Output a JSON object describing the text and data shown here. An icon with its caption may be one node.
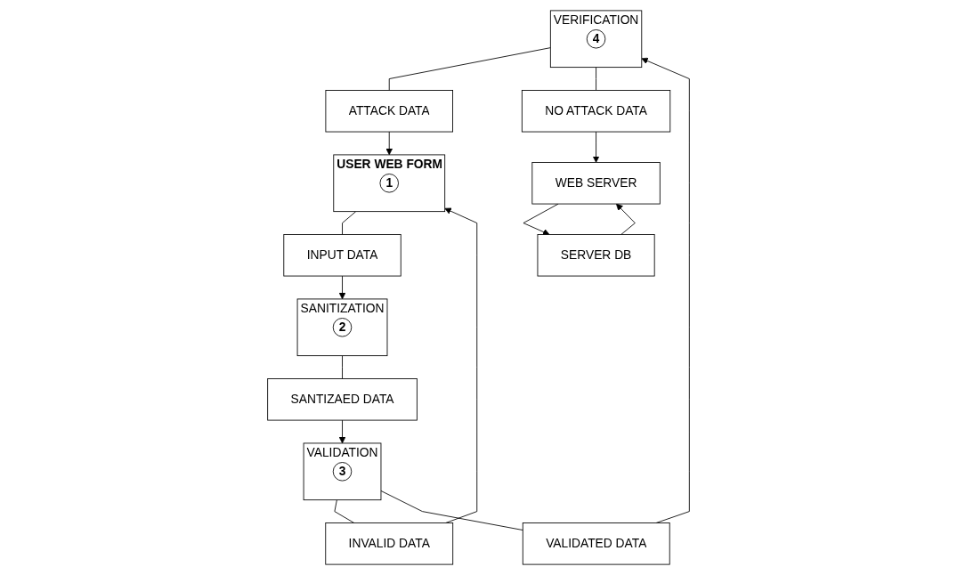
{
  "diagram": {
    "nodes": [
      {
        "text": [
          "USER WEB FORM"
        ]
      },
      {
        "text": [
          "1"
        ],
        "in": 0
      },
      {
        "text": [
          "INPUT DATA"
        ]
      },
      {
        "text": [
          "SANITIZATION"
        ]
      },
      {
        "text": [
          "2"
        ],
        "in": 3
      },
      {
        "text": [
          "SANTIZAED DATA"
        ]
      },
      {
        "text": [
          "VALIDATION"
        ]
      },
      {
        "text": [
          "3"
        ],
        "in": 6
      },
      {
        "text": [
          "INVALID DATA"
        ]
      },
      {
        "text": [
          "VALIDATED DATA"
        ]
      },
      {
        "text": [
          "VERIFICATION"
        ]
      },
      {
        "text": [
          "4"
        ],
        "in": 10
      },
      {
        "text": [
          "ATTACK DATA"
        ]
      },
      {
        "text": [
          "NO ATTACK DATA"
        ]
      },
      {
        "text": [
          "WEB SERVER"
        ]
      },
      {
        "text": [
          "SERVER DB"
        ]
      }
    ],
    "edges": [
      {
        "from": 0,
        "to": 2,
        "arrow": "none"
      },
      {
        "from": 2,
        "to": 3,
        "arrow": "to"
      },
      {
        "from": 3,
        "to": 5,
        "arrow": "none"
      },
      {
        "from": 5,
        "to": 6,
        "arrow": "to"
      },
      {
        "from": 6,
        "to": 8,
        "arrow": "none"
      },
      {
        "from": 8,
        "to": 0,
        "arrow": "to"
      },
      {
        "from": 6,
        "to": 9,
        "arrow": "none"
      },
      {
        "from": 9,
        "to": 10,
        "arrow": "to"
      },
      {
        "from": 10,
        "to": 12,
        "arrow": "none"
      },
      {
        "from": 12,
        "to": 0,
        "arrow": "to"
      },
      {
        "from": 10,
        "to": 13,
        "arrow": "none"
      },
      {
        "from": 13,
        "to": 14,
        "arrow": "to"
      },
      {
        "from": 14,
        "to": 15,
        "arrow": "to"
      },
      {
        "from": 15,
        "to": 14,
        "arrow": "to"
      }
    ]
  }
}
